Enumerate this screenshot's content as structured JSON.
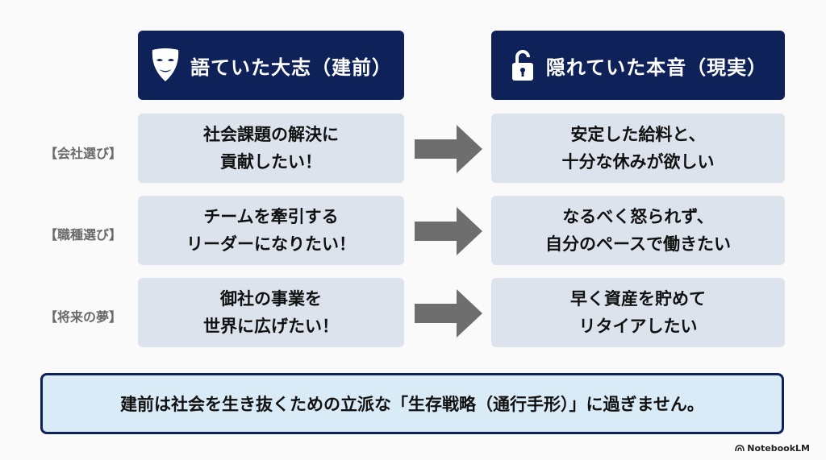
{
  "headers": {
    "left": "語ていた大志（建前）",
    "right": "隠れていた本音（現実）"
  },
  "rows": [
    {
      "label": "【会社選び】",
      "left": "社会課題の解決に\n貢献したい！",
      "right": "安定した給料と、\n十分な休みが欲しい"
    },
    {
      "label": "【職種選び】",
      "left": "チームを牽引する\nリーダーになりたい！",
      "right": "なるべく怒られず、\n自分のペースで働きたい"
    },
    {
      "label": "【将来の夢】",
      "left": "御社の事業を\n世界に広げたい！",
      "right": "早く資産を貯めて\nリタイアしたい"
    }
  ],
  "conclusion": "建前は社会を生き抜くための立派な「生存戦略（通行手形）」に過ぎません。",
  "brand": "NotebookLM",
  "icons": {
    "left_header": "mask-icon",
    "right_header": "unlock-icon",
    "row_arrow": "arrow-right-icon"
  },
  "colors": {
    "header_bg": "#0e2159",
    "box_bg": "#dce3ed",
    "arrow": "#6e6e6e",
    "conclusion_bg": "#d9ebf7",
    "label": "#6b6b6b"
  }
}
